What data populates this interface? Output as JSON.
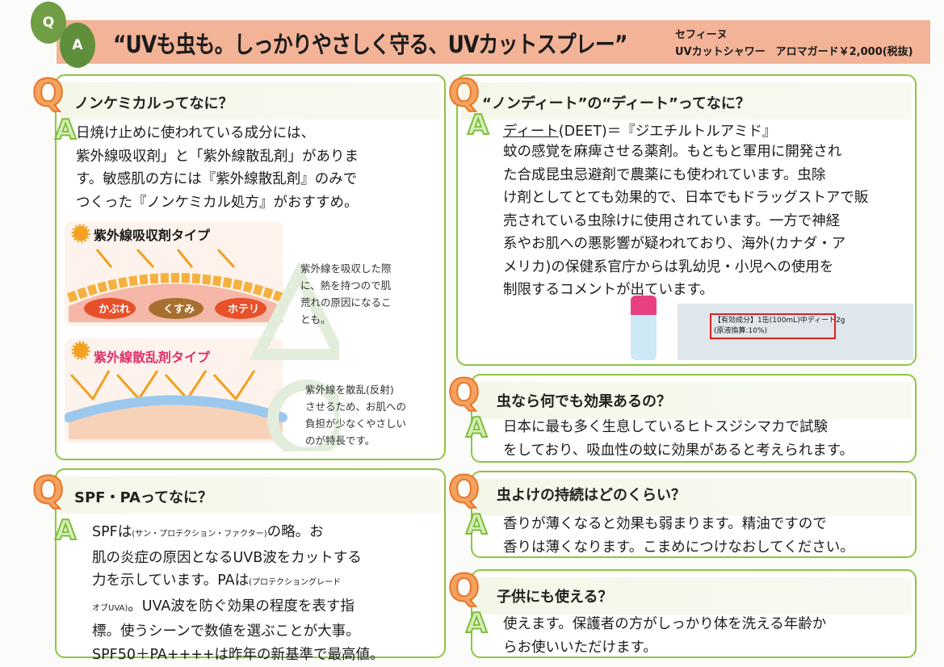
{
  "header": {
    "q_badge": "Q",
    "a_badge": "A",
    "title": "“UVも虫も。しっかりやさしく守る、UVカットスプレー”",
    "brand": "セフィーヌ",
    "product": "UVカットシャワー　アロマガード￥2,000(税抜)"
  },
  "colors": {
    "header_bg": "#f2b397",
    "panel_border": "#8cc63f",
    "q_mark": "#f4a35f",
    "a_mark": "#7cbf3a",
    "accent_pink": "#e0306a"
  },
  "qa": [
    {
      "q": "ノンケミカルってなに？",
      "a": "日焼け止めに使われている成分には、\n紫外線吸収剤」と「紫外線散乱剤」がありま\nす。敏感肌の方には『紫外線散乱剤』のみで\nつくった『ノンケミカル処方』がおすすめ。"
    },
    {
      "q": "SPF・PAってなに？",
      "a1": "SPFは",
      "a1s": "(サン・プロテクション・ファクター)",
      "a2": "の略。お\n肌の炎症の原因となるUVB波をカットする\n力を示しています。PAは",
      "a2s": "(プロテクショングレード\nオブUVA)",
      "a3": "。UVA波を防ぐ効果の程度を表す指\n標。使うシーンで数値を選ぶことが大事。\nSPF50＋PA++++は昨年の新基準で最高値。"
    },
    {
      "q": "“ノンディート”の“ディート”ってなに？",
      "a_head_u": "ディート",
      "a_head": "(DEET)＝『ジエチルトルアミド』",
      "a": "蚊の感覚を麻痺させる薬剤。もともと軍用に開発され\nた合成昆虫忌避剤で農薬にも使われています。虫除\nけ剤としてとても効果的で、日本でもドラッグストアで販\n売されている虫除けに使用されています。一方で神経\n系やお肌への悪影響が疑われており、海外(カナダ・ア\nメリカ)の保健系官庁からは乳幼児・小児への使用を\n制限するコメントが出ています。",
      "label_text": "【有効成分】1缶(100mL)中ディート2g\n(原液換算:10%)"
    },
    {
      "q": "虫なら何でも効果あるの？",
      "a": "日本に最も多く生息しているヒトスジシマカで試験\nをしており、吸血性の蚊に効果があると考えられます。"
    },
    {
      "q": "虫よけの持続はどのくらい？",
      "a": "香りが薄くなると効果も弱まります。精油ですので\n香りは薄くなります。こまめにつけなおしてください。"
    },
    {
      "q": "子供にも使える？",
      "a": "使えます。保護者の方がしっかり体を洗える年齢か\nらお使いいただけます。"
    }
  ],
  "diagram": {
    "absorb_title": "紫外線吸収剤タイプ",
    "absorb_tags": [
      "かぶれ",
      "くすみ",
      "ホテリ"
    ],
    "absorb_note": "紫外線を吸収した際\nに、熱を持つので肌\n荒れの原因になるこ\nとも。",
    "scatter_title": "紫外線散乱剤タイプ",
    "scatter_note": "紫外線を散乱(反射)\nさせるため、お肌への\n負担が少なくやさしい\nのが特長です。"
  }
}
